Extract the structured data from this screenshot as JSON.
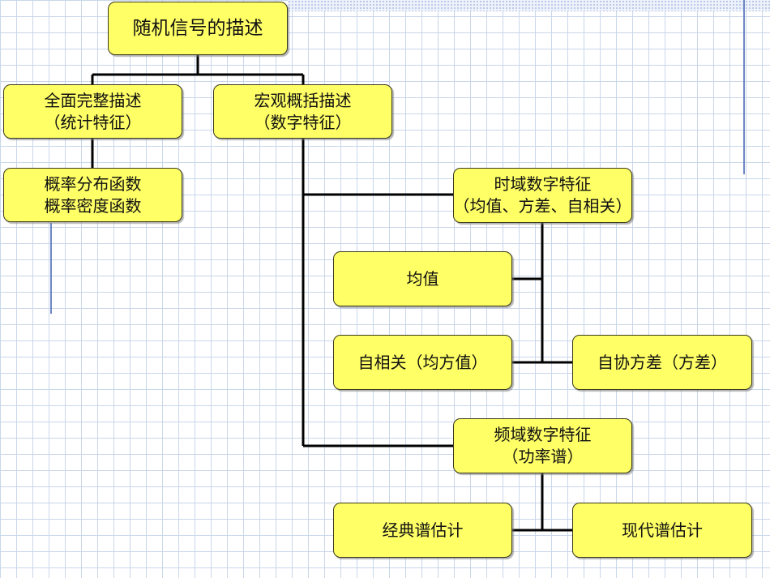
{
  "nodes": {
    "root": {
      "lines": [
        "随机信号的描述"
      ]
    },
    "complete": {
      "lines": [
        "全面完整描述",
        "（统计特征）"
      ]
    },
    "macro": {
      "lines": [
        "宏观概括描述",
        "（数字特征）"
      ]
    },
    "dist": {
      "lines": [
        "概率分布函数",
        "概率密度函数"
      ]
    },
    "time": {
      "lines": [
        "时域数字特征",
        "（均值、方差、自相关）"
      ]
    },
    "mean": {
      "lines": [
        "均值"
      ]
    },
    "autocorr": {
      "lines": [
        "自相关（均方值）"
      ]
    },
    "autocov": {
      "lines": [
        "自协方差（方差）"
      ]
    },
    "freq": {
      "lines": [
        "频域数字特征",
        "（功率谱）"
      ]
    },
    "classic": {
      "lines": [
        "经典谱估计"
      ]
    },
    "modern": {
      "lines": [
        "现代谱估计"
      ]
    }
  },
  "colors": {
    "box_fill": "#ffff66",
    "box_border": "#3a3a1a",
    "connector": "#000000",
    "grid": "#c9d7ea"
  }
}
